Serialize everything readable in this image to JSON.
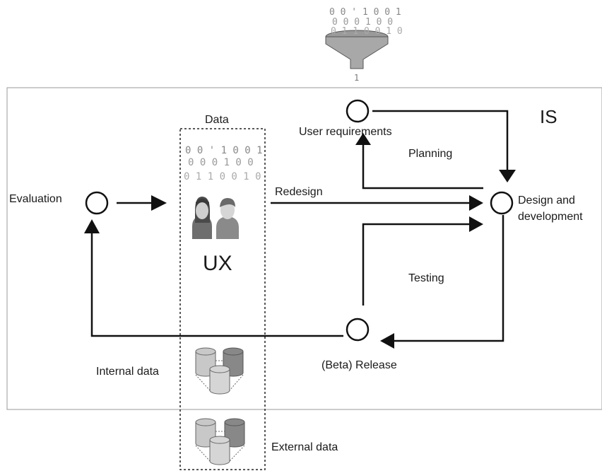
{
  "system_label": "IS",
  "data_column": {
    "title": "Data",
    "ux_label": "UX"
  },
  "nodes": {
    "user_requirements": "User requirements",
    "design_development_line1": "Design and",
    "design_development_line2": "development",
    "beta_release": "(Beta) Release",
    "evaluation": "Evaluation"
  },
  "edges": {
    "planning": "Planning",
    "redesign": "Redesign",
    "testing": "Testing"
  },
  "data_sources": {
    "internal": "Internal data",
    "external": "External data"
  },
  "binary_digits": {
    "funnel_row1": "0 0 ' 1 0 0 1",
    "funnel_row2": "0 0 0 1 0 0",
    "funnel_row3": "0 1 1 0 0 1 0",
    "funnel_out": "1",
    "ux_row1": "0 0 ' 1 0 0 1",
    "ux_row2": "0 0 0 1 0 0",
    "ux_row3": "0 1 1 0 0 1 0"
  }
}
